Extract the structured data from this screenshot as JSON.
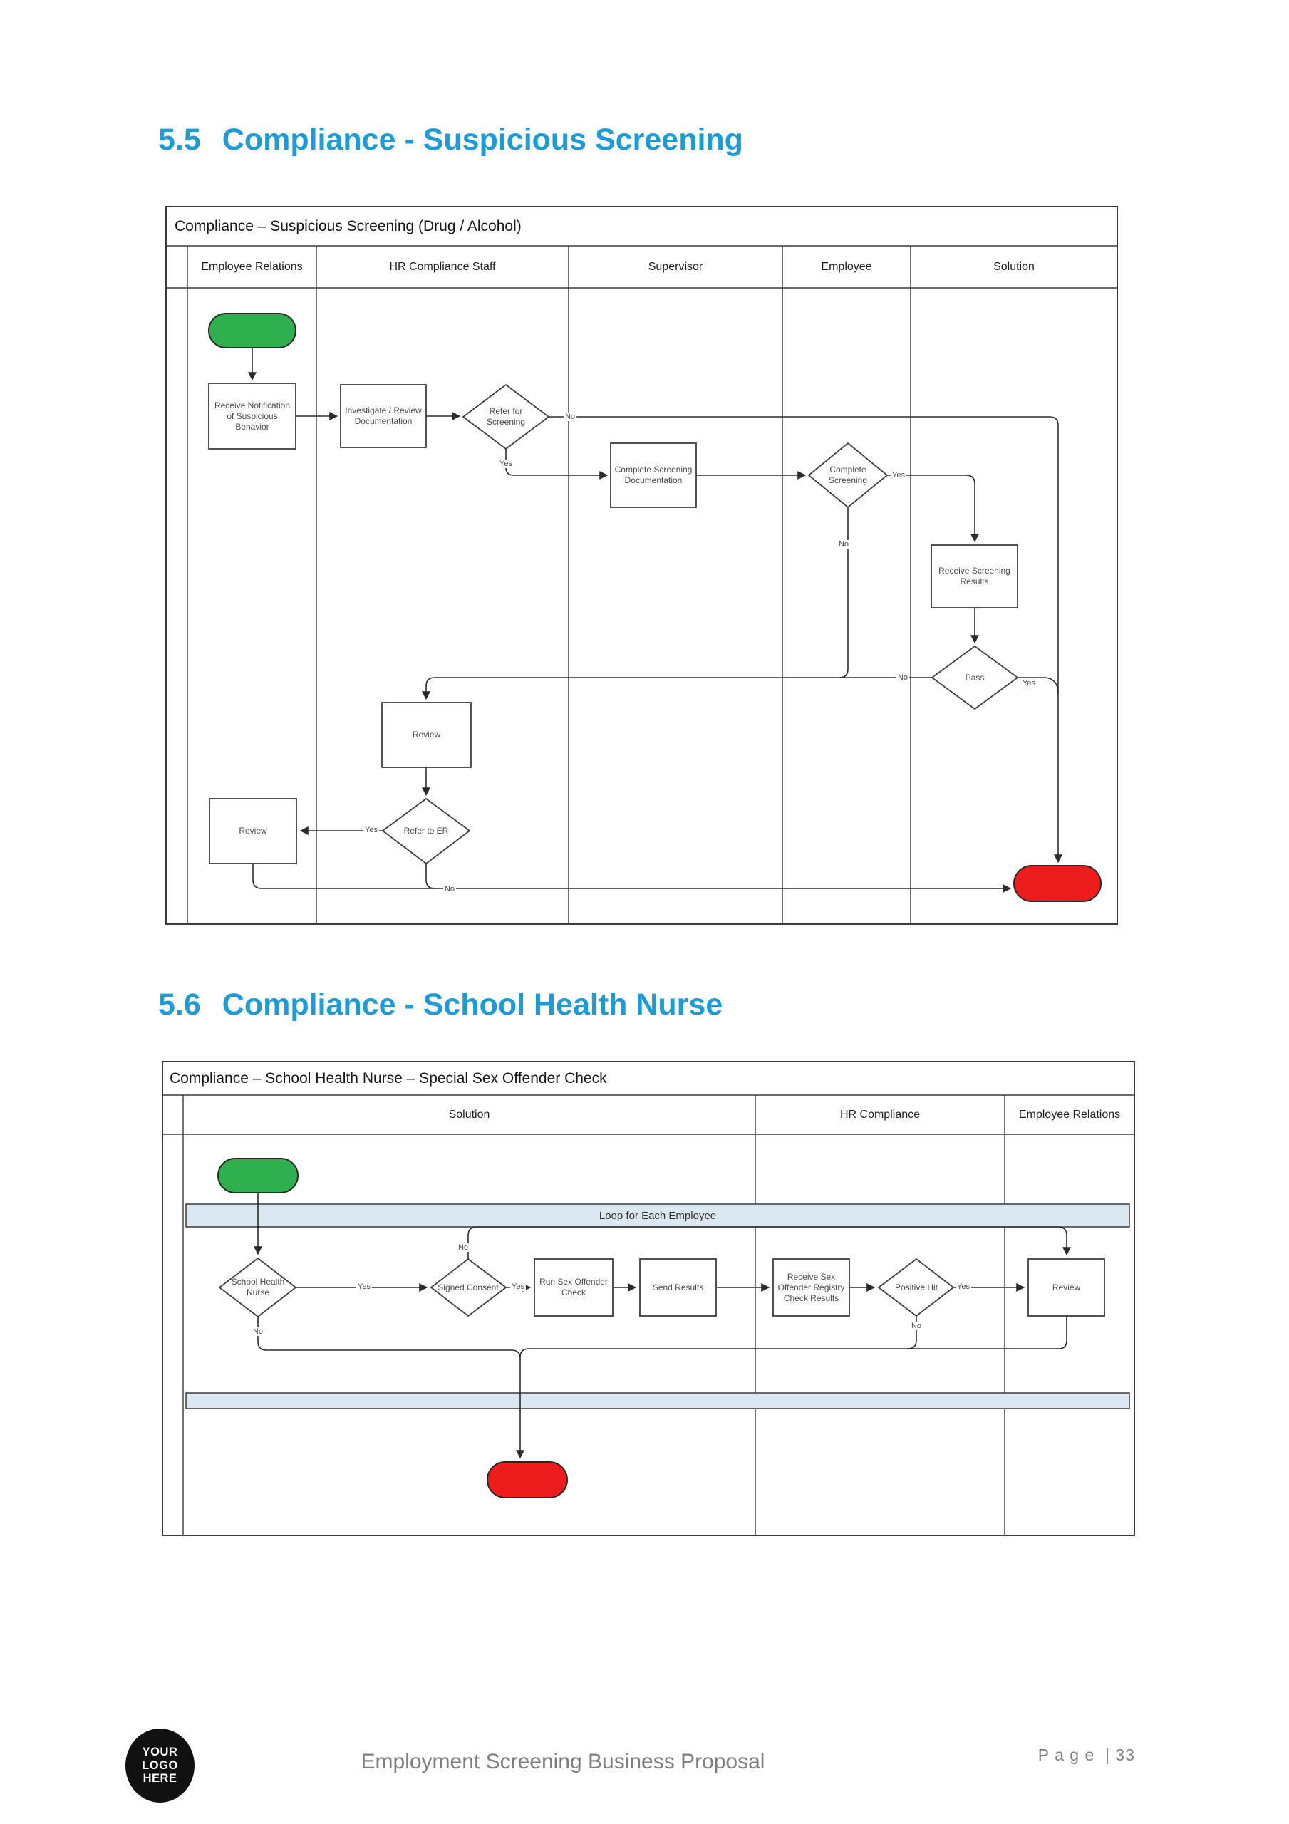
{
  "sections": [
    {
      "number": "5.5",
      "title": "Compliance - Suspicious Screening"
    },
    {
      "number": "5.6",
      "title": "Compliance - School Health Nurse"
    }
  ],
  "flowchart1": {
    "title": "Compliance – Suspicious Screening (Drug / Alcohol)",
    "lanes": [
      "Employee Relations",
      "HR Compliance Staff",
      "Supervisor",
      "Employee",
      "Solution"
    ],
    "nodes": {
      "start": "",
      "receive_notification": "Receive Notification of Suspicious Behavior",
      "investigate": "Investigate / Review Documentation",
      "refer_for_screening": "Refer for Screening",
      "complete_screening_doc": "Complete Screening Documentation",
      "complete_screening": "Complete Screening",
      "receive_results": "Receive Screening Results",
      "pass": "Pass",
      "review_hr": "Review",
      "refer_to_er": "Refer to ER",
      "review_er": "Review",
      "end": ""
    },
    "edges": {
      "refer_no": "No",
      "refer_yes": "Yes",
      "complete_yes": "Yes",
      "complete_no": "No",
      "pass_no": "No",
      "pass_yes": "Yes",
      "er_yes": "Yes",
      "er_no": "No"
    }
  },
  "flowchart2": {
    "title": "Compliance – School Health Nurse – Special Sex Offender Check",
    "lanes": [
      "Solution",
      "HR Compliance",
      "Employee Relations"
    ],
    "loop_label": "Loop for Each Employee",
    "nodes": {
      "start": "",
      "school_health_nurse": "School Health Nurse",
      "signed_consent": "Signed Consent",
      "run_check": "Run Sex Offender Check",
      "send_results": "Send Results",
      "receive_registry": "Receive Sex Offender Registry Check Results",
      "positive_hit": "Positive Hit",
      "review": "Review",
      "end": ""
    },
    "edges": {
      "shn_yes": "Yes",
      "shn_no": "No",
      "consent_no": "No",
      "consent_yes": "Yes",
      "hit_yes": "Yes",
      "hit_no": "No"
    }
  },
  "footer": {
    "logo_lines": [
      "YOUR",
      "LOGO",
      "HERE"
    ],
    "center_text": "Employment Screening Business Proposal",
    "page_label": "P a g e  | 33"
  },
  "colors": {
    "heading": "#1e9bd7",
    "start_fill": "#2eb04f",
    "end_fill": "#ed1c1c",
    "loop_band": "#dbe8f1",
    "line": "#2b2b2b"
  }
}
